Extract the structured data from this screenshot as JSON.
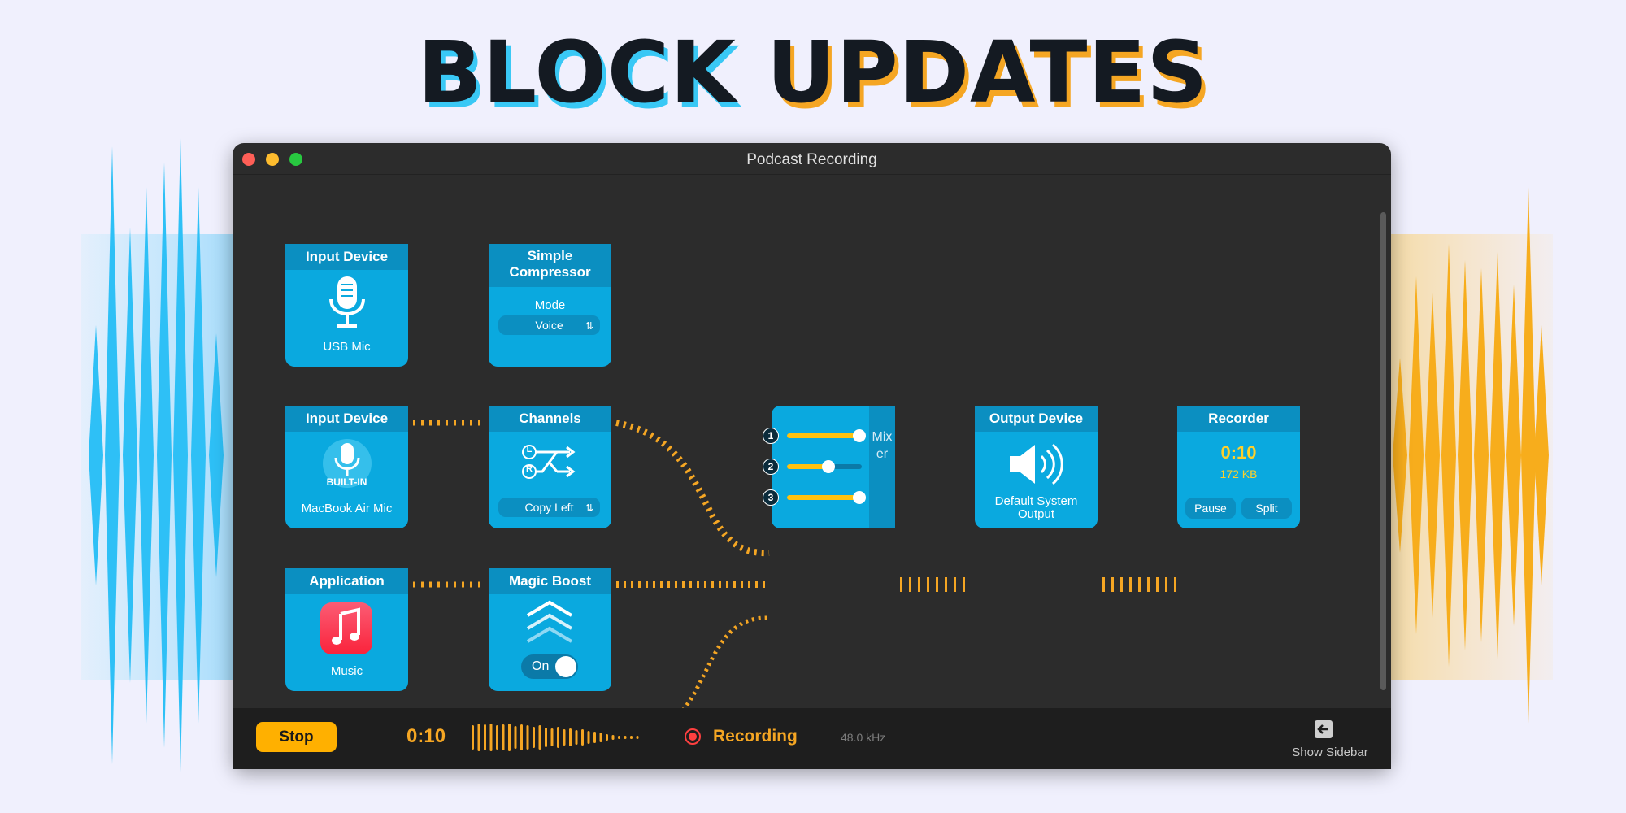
{
  "headline": {
    "word1": "BLOCK",
    "word2": "UPDATES"
  },
  "colors": {
    "accent_blue": "#0aa9df",
    "accent_orange": "#f5a623",
    "stop_yellow": "#ffb000",
    "record_red": "#ff4040"
  },
  "window": {
    "title": "Podcast Recording"
  },
  "blocks": {
    "input_usb": {
      "header": "Input Device",
      "device": "USB Mic",
      "icon": "microphone-icon"
    },
    "compressor": {
      "header_line1": "Simple",
      "header_line2": "Compressor",
      "mode_label": "Mode",
      "mode_value": "Voice"
    },
    "input_builtin": {
      "header": "Input Device",
      "badge": "BUILT-IN",
      "device": "MacBook Air Mic",
      "icon": "microphone-icon"
    },
    "channels": {
      "header": "Channels",
      "left_marker": "L",
      "right_marker": "R",
      "mode_value": "Copy Left"
    },
    "application": {
      "header": "Application",
      "app": "Music",
      "icon": "music-app-icon"
    },
    "magic_boost": {
      "header": "Magic Boost",
      "toggle_label": "On",
      "toggle_on": true
    },
    "mixer": {
      "label": "Mixer",
      "channels": [
        {
          "number": "1",
          "level": 0.97
        },
        {
          "number": "2",
          "level": 0.55
        },
        {
          "number": "3",
          "level": 0.97
        }
      ]
    },
    "output": {
      "header": "Output Device",
      "device_line1": "Default System",
      "device_line2": "Output",
      "icon": "speaker-icon"
    },
    "recorder": {
      "header": "Recorder",
      "time": "0:10",
      "size": "172 KB",
      "pause_label": "Pause",
      "split_label": "Split"
    }
  },
  "bottombar": {
    "stop_label": "Stop",
    "time": "0:10",
    "status": "Recording",
    "sample_rate": "48.0 kHz",
    "sidebar_label": "Show Sidebar"
  }
}
